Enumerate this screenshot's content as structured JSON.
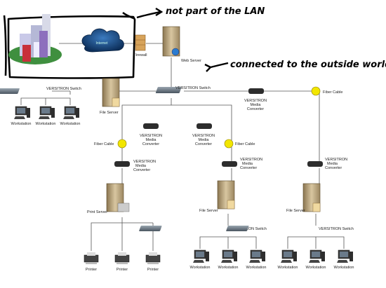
{
  "annotations": {
    "lan_note": "not part of the LAN",
    "outside_note": "connected to the outside world"
  },
  "nodes": {
    "internet": "Internet",
    "firewall": "Firewall",
    "web_server": "Web Server",
    "file_server_1": "File Server",
    "switch_left": "VERSITRON Switch",
    "switch_main": "VERSITRON Switch",
    "workstation": "Workstation",
    "fiber_cable": "Fiber Cable",
    "media_converter_l1": "VERSITRON",
    "media_converter_l2": "Media",
    "media_converter_l3": "Converter",
    "print_server": "Print Server",
    "printer": "Printer",
    "file_server": "File Server"
  },
  "colors": {
    "scribble": "#000000",
    "cloud": "#1b4f86",
    "fiber": "#f2e600",
    "server_tan": "#c9b48e",
    "switch_gray": "#6c7a86",
    "building_red": "#c8303a",
    "building_purple": "#8d6fbd",
    "ground_green": "#3f8f3f"
  },
  "icons": [
    "server-icon",
    "switch-icon",
    "workstation-icon",
    "printer-icon",
    "media-converter-icon",
    "fiber-cable-icon",
    "firewall-icon",
    "cloud-icon",
    "buildings-icon"
  ]
}
